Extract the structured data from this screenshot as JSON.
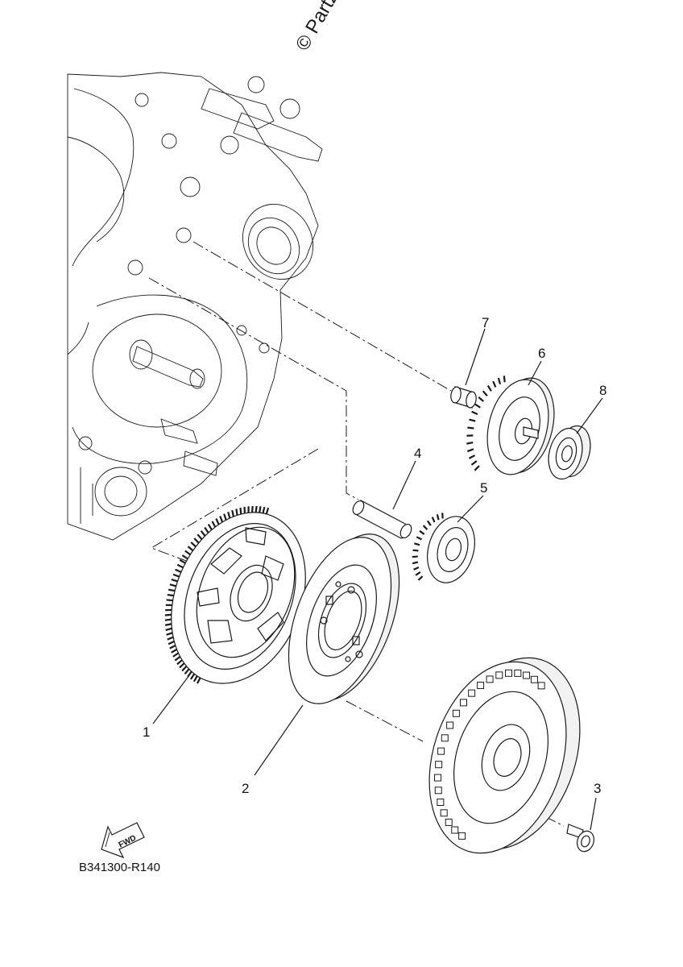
{
  "watermark": "© Partz",
  "diagram_code": "B341300-R140",
  "fwd_label": "FWD",
  "callouts": [
    "1",
    "2",
    "3",
    "4",
    "5",
    "6",
    "7",
    "8"
  ]
}
